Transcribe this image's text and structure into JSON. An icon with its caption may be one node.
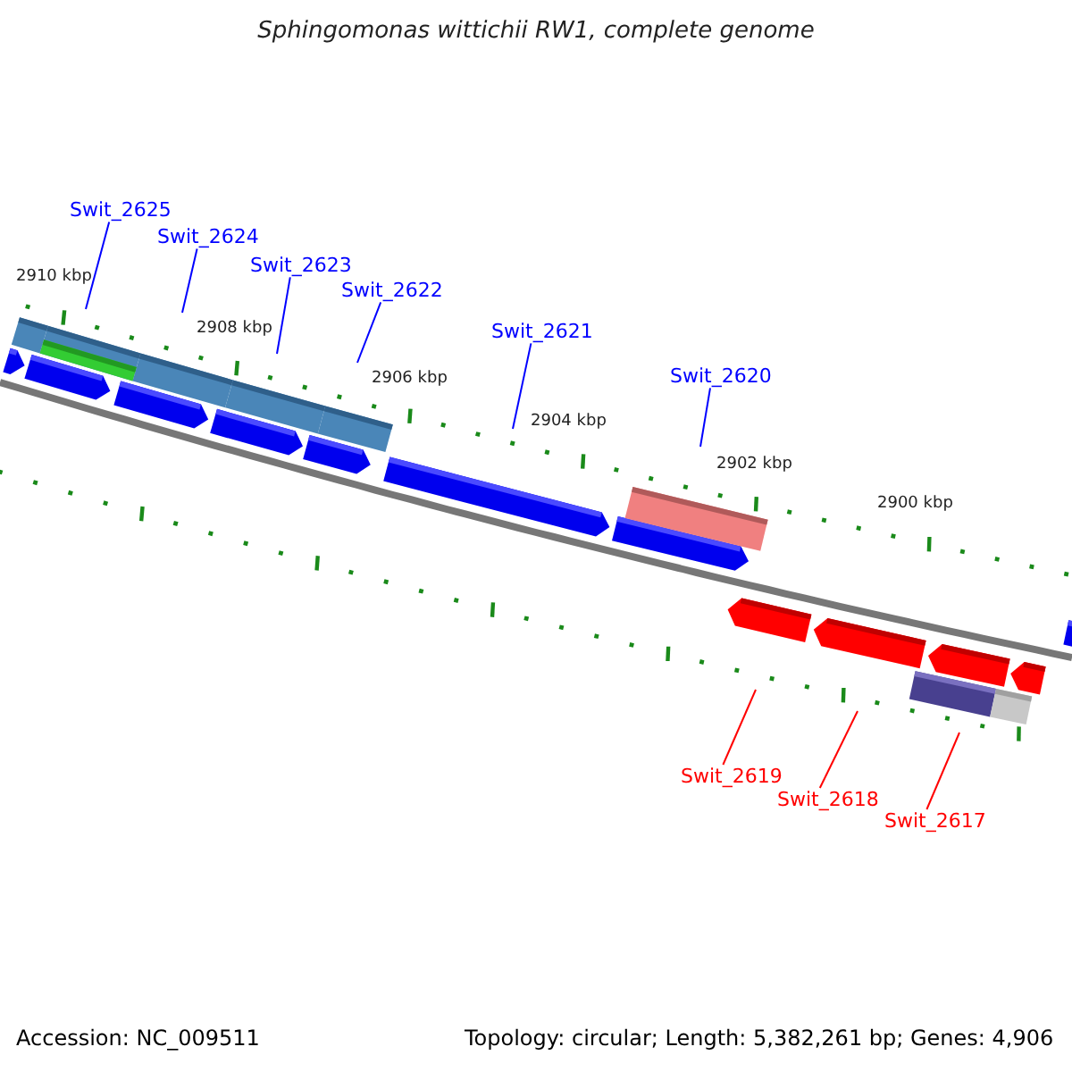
{
  "diagram": {
    "title": "Sphingomonas wittichii RW1, complete genome",
    "nodes": [
      {
        "text": [
          "Swit_2625"
        ]
      },
      {
        "text": [
          "Swit_2624"
        ]
      },
      {
        "text": [
          "Swit_2623"
        ]
      },
      {
        "text": [
          "Swit_2622"
        ]
      },
      {
        "text": [
          "Swit_2621"
        ]
      },
      {
        "text": [
          "Swit_2620"
        ]
      },
      {
        "text": [
          "Swit_2619"
        ]
      },
      {
        "text": [
          "Swit_2618"
        ]
      },
      {
        "text": [
          "Swit_2617"
        ]
      }
    ],
    "edges": [
      {
        "from": 0,
        "to": null,
        "arrow": "none"
      },
      {
        "from": 1,
        "to": null,
        "arrow": "none"
      },
      {
        "from": 2,
        "to": null,
        "arrow": "none"
      },
      {
        "from": 3,
        "to": null,
        "arrow": "none"
      },
      {
        "from": 4,
        "to": null,
        "arrow": "none"
      },
      {
        "from": 5,
        "to": null,
        "arrow": "none"
      },
      {
        "from": 6,
        "to": null,
        "arrow": "none",
        "color": "#ff0000"
      },
      {
        "from": 7,
        "to": null,
        "arrow": "none",
        "color": "#ff0000"
      },
      {
        "from": 8,
        "to": null,
        "arrow": "none",
        "color": "#ff0000"
      }
    ],
    "labels": [
      "2910 kbp",
      "2908 kbp",
      "2906 kbp",
      "2904 kbp",
      "2902 kbp",
      "2900 kbp",
      "Accession: NC_009511",
      "Topology: circular; Length: 5,382,261 bp; Genes: 4,906"
    ]
  }
}
